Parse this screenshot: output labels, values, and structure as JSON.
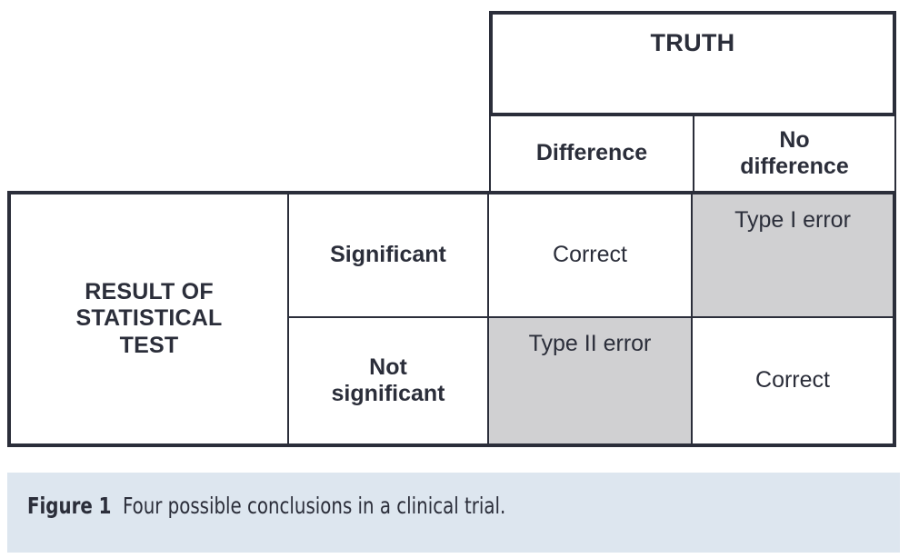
{
  "figure": {
    "caption_label": "Figure 1",
    "caption_text": "Four possible conclusions in a clinical trial.",
    "caption_background": "#dde6ef",
    "border_color": "#2b2e3a",
    "shaded_cell_color": "#d0d0d2",
    "text_color": "#2b2e3a"
  },
  "table": {
    "column_group_header": "TRUTH",
    "row_group_header": "RESULT OF\nSTATISTICAL\nTEST",
    "row_group_header_lines": [
      "RESULT OF",
      "STATISTICAL",
      "TEST"
    ],
    "column_headers": [
      "Difference",
      "No difference"
    ],
    "column_header_lines": [
      [
        "Difference"
      ],
      [
        "No",
        "difference"
      ]
    ],
    "row_headers": [
      "Significant",
      "Not significant"
    ],
    "row_header_lines": [
      [
        "Significant"
      ],
      [
        "Not",
        "significant"
      ]
    ],
    "cells": [
      {
        "row": "Significant",
        "column": "Difference",
        "value": "Correct",
        "shaded": false
      },
      {
        "row": "Significant",
        "column": "No difference",
        "value": "Type I error",
        "shaded": true
      },
      {
        "row": "Not significant",
        "column": "Difference",
        "value": "Type II error",
        "shaded": true
      },
      {
        "row": "Not significant",
        "column": "No difference",
        "value": "Correct",
        "shaded": false
      }
    ]
  }
}
